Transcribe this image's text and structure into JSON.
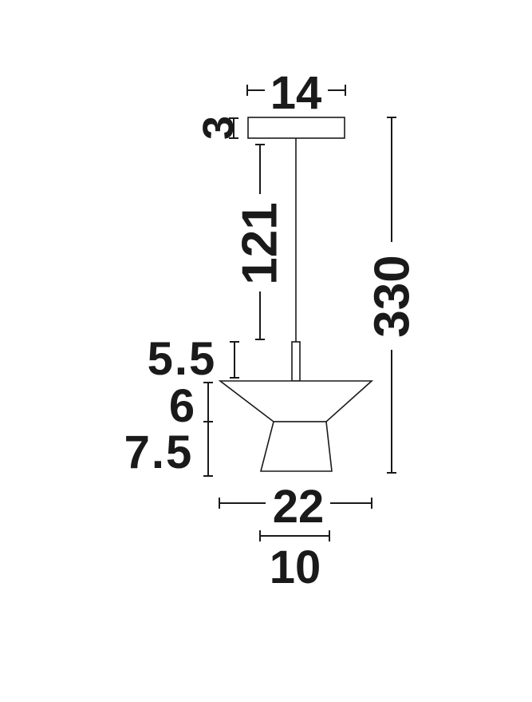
{
  "dimensions": {
    "canopy_width": "14",
    "canopy_height": "3",
    "cable_length": "121",
    "total_height": "330",
    "stem_height": "5.5",
    "upper_shade_height": "6",
    "lower_shade_height": "7.5",
    "shade_width": "22",
    "base_width": "10"
  }
}
